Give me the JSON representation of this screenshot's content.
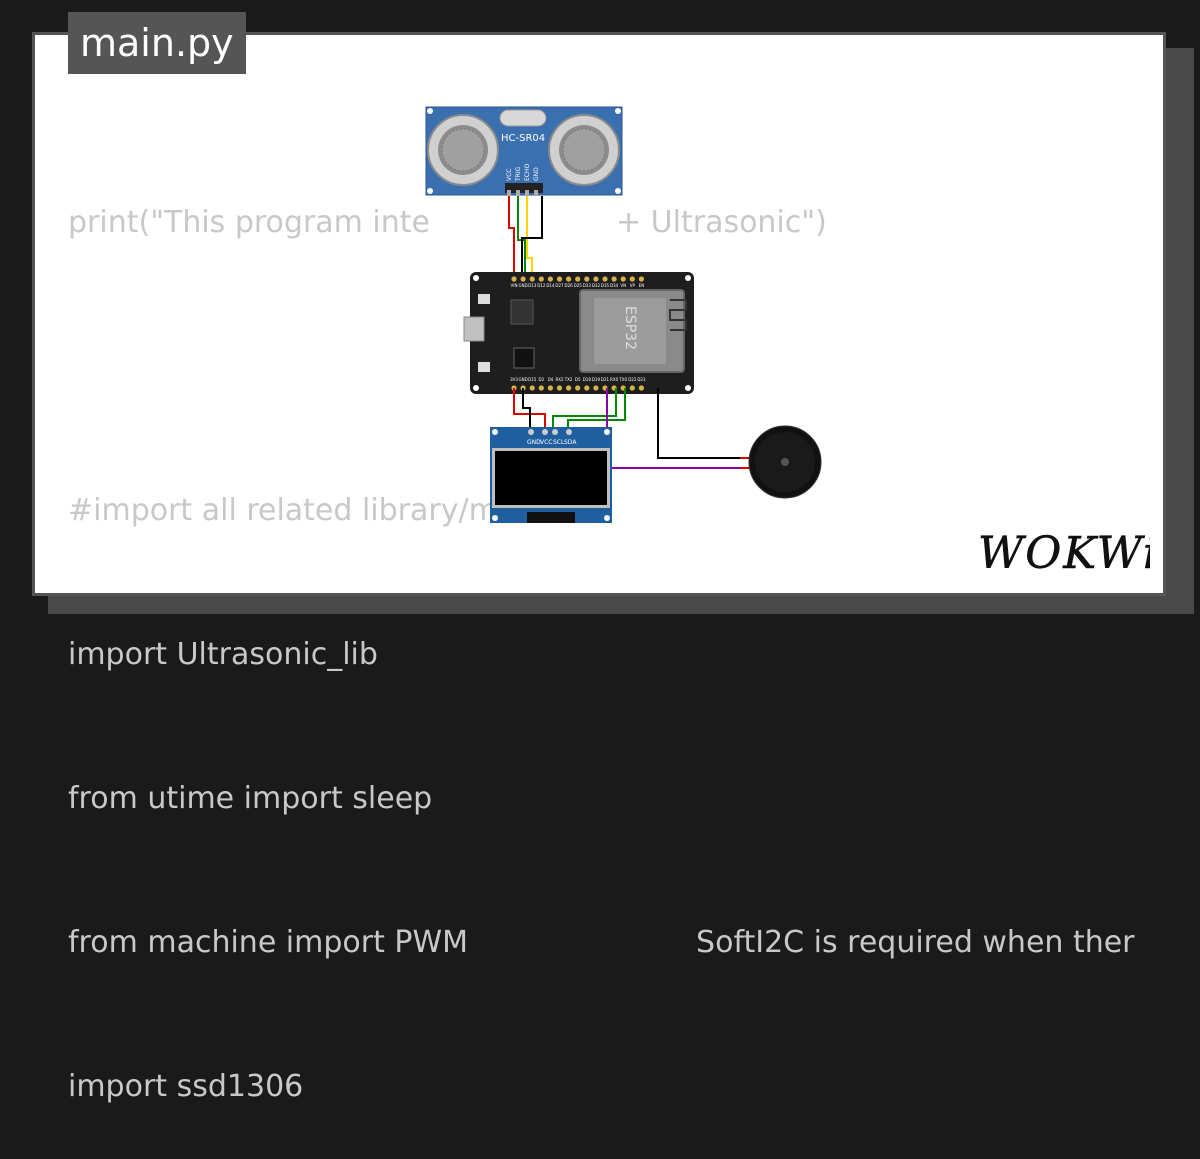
{
  "editor": {
    "tab_label": "main.py",
    "code_lines": [
      "print(\"This program inte",
      "",
      "#import all related library/module",
      "import Ultrasonic_lib",
      "from utime import sleep",
      "from machine import PWM"
    ],
    "line1_tail": "+ Ultrasonic\")",
    "line6_tail": "SoftI2C is required when ther",
    "last_line": "import ssd1306"
  },
  "components": {
    "ultrasonic": {
      "label": "HC-SR04",
      "pins": [
        "VCC",
        "TRIG",
        "ECHO",
        "GND"
      ]
    },
    "mcu": {
      "label": "ESP32",
      "top_pins": [
        "VIN",
        "GND",
        "D13",
        "D12",
        "D14",
        "D27",
        "D26",
        "D25",
        "D33",
        "D32",
        "D35",
        "D34",
        "VN",
        "VP",
        "EN"
      ],
      "bottom_pins": [
        "3V3",
        "GND",
        "D15",
        "D2",
        "D4",
        "RX2",
        "TX2",
        "D5",
        "D18",
        "D19",
        "D21",
        "RX0",
        "TX0",
        "D22",
        "D23"
      ]
    },
    "oled": {
      "pins": [
        "GND",
        "VCC",
        "SCL",
        "SDA"
      ]
    },
    "buzzer": {}
  },
  "branding": {
    "logo_text": "WOKWi"
  },
  "colors": {
    "background": "#1a1a1a",
    "card": "#ffffff",
    "tab": "#555555",
    "code_text": "#c8c8c8",
    "wire_red": "#e00000",
    "wire_black": "#000000",
    "wire_green": "#008800",
    "wire_yellow": "#ffd400",
    "wire_purple": "#8b00a8",
    "pcb_blue": "#3a6fb0",
    "oled_blue": "#1f5fa0"
  }
}
